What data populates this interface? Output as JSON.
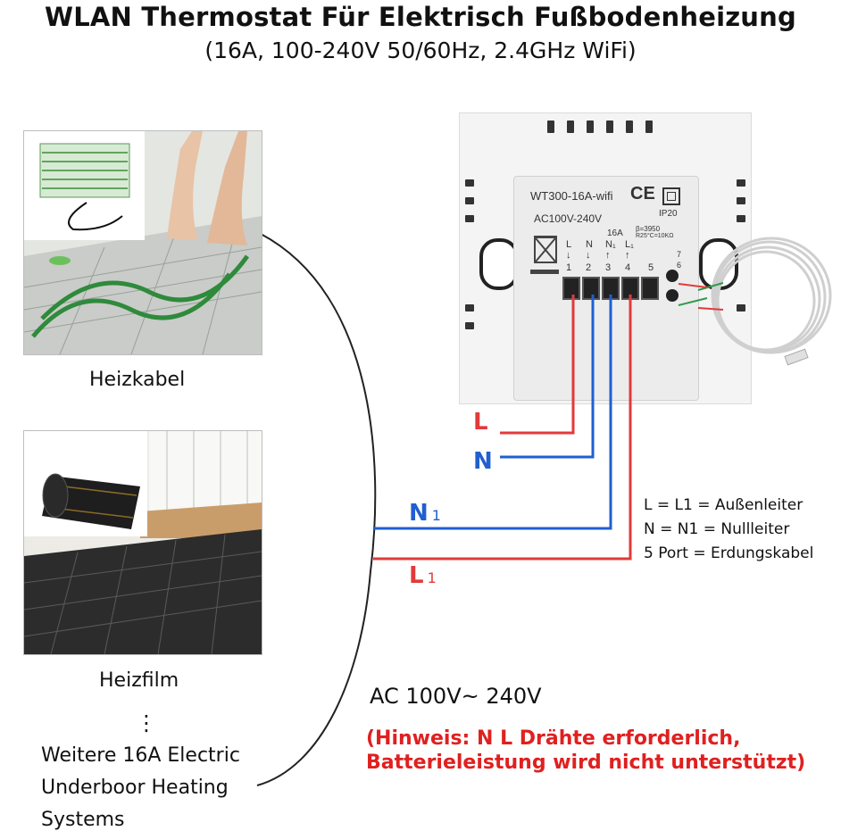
{
  "header": {
    "title": "WLAN Thermostat Für Elektrisch Fußbodenheizung",
    "subtitle": "(16A, 100-240V 50/60Hz,  2.4GHz WiFi)"
  },
  "left": {
    "caption_1": "Heizkabel",
    "caption_2": "Heizfilm",
    "dots": "⋮",
    "caption_3_line1": "Weitere 16A Electric",
    "caption_3_line2": "Underboor Heating",
    "caption_3_line3": "Systems"
  },
  "device": {
    "model": "WT300-16A-wifi",
    "ce": "CE",
    "ip": "IP20",
    "voltage": "AC100V-240V",
    "current": "16A",
    "sensor_beta": "β=3950",
    "sensor_r": "R25°C=10KΩ",
    "terminals": [
      {
        "label": "L",
        "num": "1",
        "arrow": "↓"
      },
      {
        "label": "N",
        "num": "2",
        "arrow": "↓"
      },
      {
        "label": "N₁",
        "num": "3",
        "arrow": "↑"
      },
      {
        "label": "L₁",
        "num": "4",
        "arrow": "↑"
      },
      {
        "label": "",
        "num": "5",
        "arrow": ""
      }
    ],
    "sensor_terminals": [
      "7",
      "6"
    ]
  },
  "wires": {
    "L": "L",
    "N": "N",
    "N1_main": "N",
    "N1_sub": "1",
    "L1_main": "L",
    "L1_sub": "1",
    "colors": {
      "live": "#e23a3a",
      "neutral": "#1f5fd1",
      "sensor_green": "#2e9a4a"
    }
  },
  "legend": {
    "row1": "L  = L1  = Außenleiter",
    "row2": "N  = N1 =  Nullleiter",
    "row3": "5 Port  = Erdungskabel"
  },
  "supply": "AC 100V~ 240V",
  "hint_line1": "(Hinweis: N L Drähte erforderlich,",
  "hint_line2": "Batterieleistung wird nicht unterstützt)"
}
